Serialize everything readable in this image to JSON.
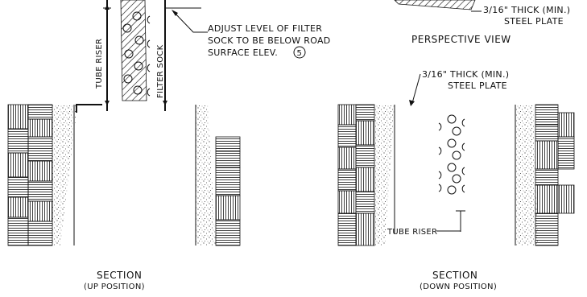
{
  "labels": {
    "tube_riser_vertical": "TUBE RISER",
    "filter_sock_vertical": "FILTER SOCK",
    "adjust_note_line1": "ADJUST LEVEL OF FILTER",
    "adjust_note_line2": "SOCK TO BE BELOW ROAD",
    "adjust_note_line3": "SURFACE ELEV.",
    "adjust_note_ref": "5",
    "plate_top_line1": "3/16\" THICK (MIN.)",
    "plate_top_line2": "STEEL PLATE",
    "perspective_view": "PERSPECTIVE VIEW",
    "plate_mid_line1": "3/16\" THICK (MIN.)",
    "plate_mid_line2": "STEEL PLATE",
    "tube_riser_down": "TUBE RISER",
    "section_left_title": "SECTION",
    "section_left_sub": "(UP POSITION)",
    "section_right_title": "SECTION",
    "section_right_sub": "(DOWN POSITION)"
  },
  "colors": {
    "ink": "#111111",
    "background": "#ffffff"
  }
}
